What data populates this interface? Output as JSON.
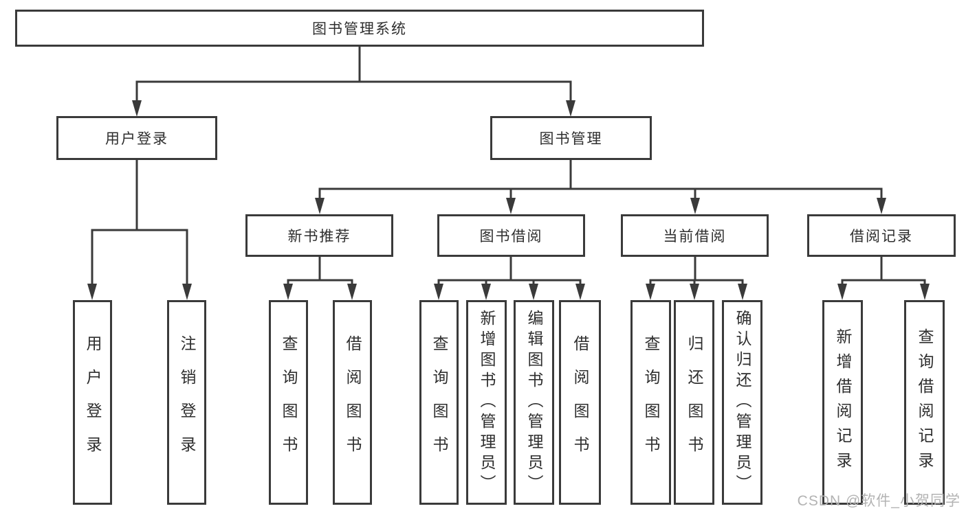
{
  "tree": {
    "root": "图书管理系统",
    "branches": [
      {
        "label": "用户登录",
        "children": [
          "用户登录",
          "注销登录"
        ]
      },
      {
        "label": "图书管理",
        "groups": [
          {
            "label": "新书推荐",
            "children": [
              "查询图书",
              "借阅图书"
            ]
          },
          {
            "label": "图书借阅",
            "children": [
              "查询图书",
              "新增图书（管理员）",
              "编辑图书（管理员）",
              "借阅图书"
            ]
          },
          {
            "label": "当前借阅",
            "children": [
              "查询图书",
              "归还图书",
              "确认归还（管理员）"
            ]
          },
          {
            "label": "借阅记录",
            "children": [
              "新增借阅记录",
              "查询借阅记录"
            ]
          }
        ]
      }
    ]
  },
  "watermark": {
    "text": "CSDN @软件_小贺同学"
  },
  "colors": {
    "line": "#3a3a3a",
    "text": "#2e2e2e",
    "watermark": "#b3b3b3",
    "background": "#ffffff"
  }
}
